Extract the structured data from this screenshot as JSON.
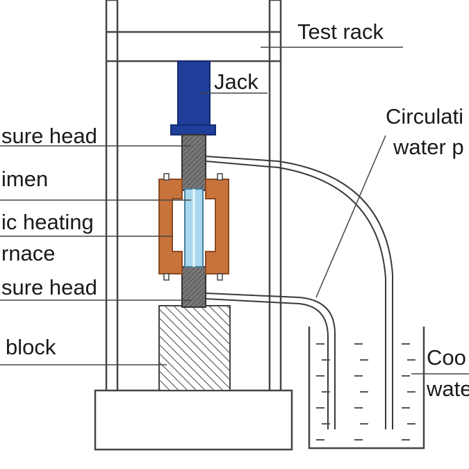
{
  "labels": {
    "test_rack": "Test rack",
    "jack": "Jack",
    "circulating_line1": "Circulati",
    "circulating_line2": "water p",
    "upper_pressure_head": "sure head",
    "specimen": "imen",
    "heating_line1": "ic heating",
    "heating_line2": "rnace",
    "lower_pressure_head": "sure head",
    "block": "block",
    "cooling_line1": "Coo",
    "cooling_line2": "wate"
  },
  "colors": {
    "jack": "#1f3f9a",
    "jack_dark": "#142c72",
    "furnace": "#c8733c",
    "furnace_edge": "#8a4a22",
    "specimen": "#a9d8ee",
    "pressure_head": "#6b6b6b",
    "line": "#3a3a3a"
  }
}
